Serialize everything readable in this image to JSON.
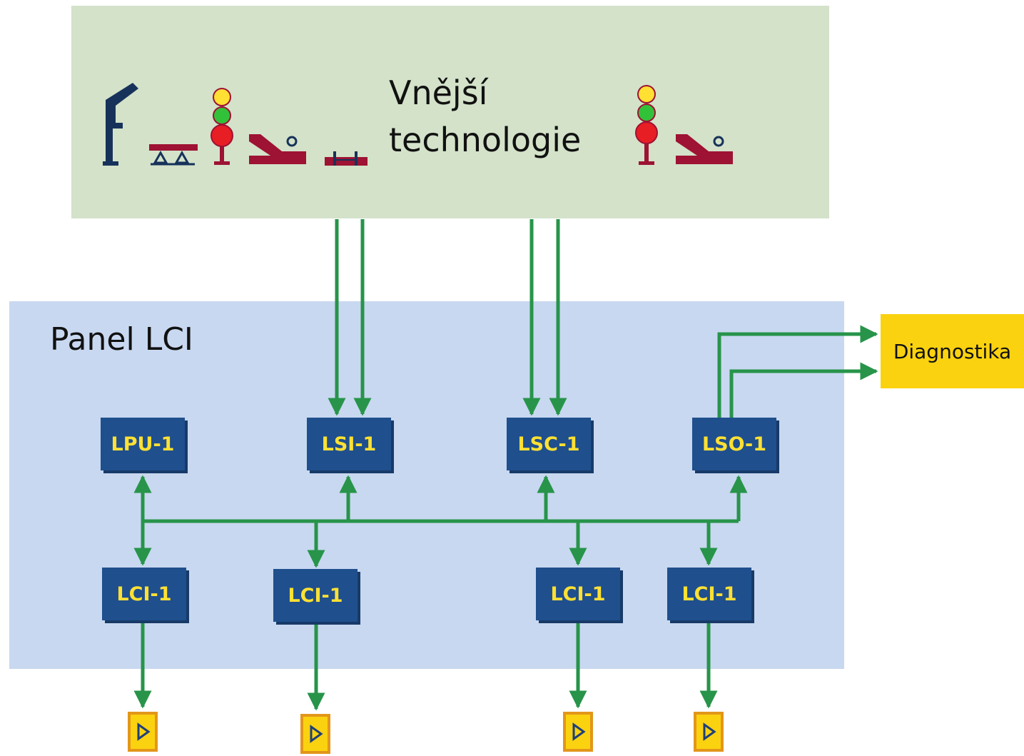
{
  "outer": {
    "title_line1": "Vnější",
    "title_line2": "technologie"
  },
  "panel": {
    "title": "Panel LCI"
  },
  "modules": {
    "lpu": "LPU-1",
    "lsi": "LSI-1",
    "lsc": "LSC-1",
    "lso": "LSO-1",
    "lci": [
      "LCI-1",
      "LCI-1",
      "LCI-1",
      "LCI-1"
    ]
  },
  "diagnostics": {
    "label": "Diagnostika"
  },
  "outputs": {
    "icon": "play-triangle-icon",
    "count": 4
  },
  "colors": {
    "outer_bg": "#d3e2c9",
    "panel_bg": "#c8d8f0",
    "module_bg": "#1f4f8d",
    "module_text": "#ffe033",
    "wire": "#27944a",
    "accent_yellow": "#fbd20f",
    "equipment_red": "#9e1233",
    "semaphore_navy": "#17325a"
  },
  "equipment_icons": [
    "semaphore-icon",
    "axle-counter-icon",
    "signal-light-icon",
    "switch-point-icon",
    "track-circuit-icon",
    "signal-light-icon",
    "switch-point-icon"
  ]
}
